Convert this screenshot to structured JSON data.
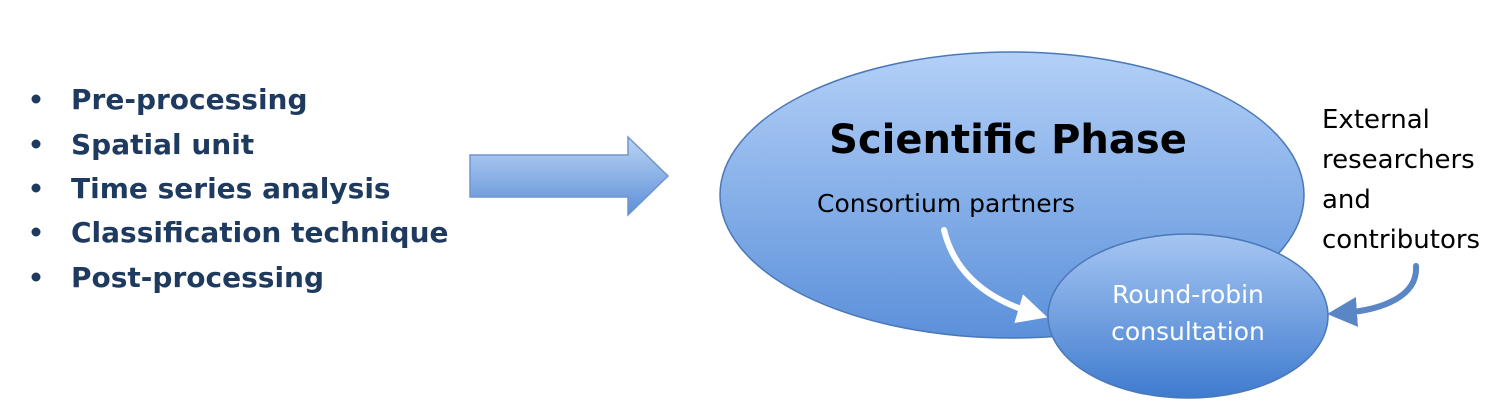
{
  "bullets": [
    "Pre-processing",
    "Spatial unit",
    "Time series analysis",
    "Classification technique",
    "Post-processing"
  ],
  "main_ellipse": {
    "title": "Scientific Phase",
    "subtitle": "Consortium partners"
  },
  "inner_ellipse": {
    "lines": [
      "Round-robin",
      "consultation"
    ]
  },
  "external_label": {
    "lines": [
      "External",
      "researchers",
      "and",
      "contributors"
    ]
  },
  "colors": {
    "bullet_text": "#1f3a5f",
    "ellipse_fill_light": "#a8c8f5",
    "ellipse_fill_dark": "#4d86d4",
    "ellipse_stroke": "#4a78b8",
    "arrow_fill_light": "#a9c8f0",
    "arrow_fill_dark": "#5c8fd8",
    "curved_arrow_external": "#5b86c5",
    "curved_arrow_internal": "#ffffff"
  }
}
